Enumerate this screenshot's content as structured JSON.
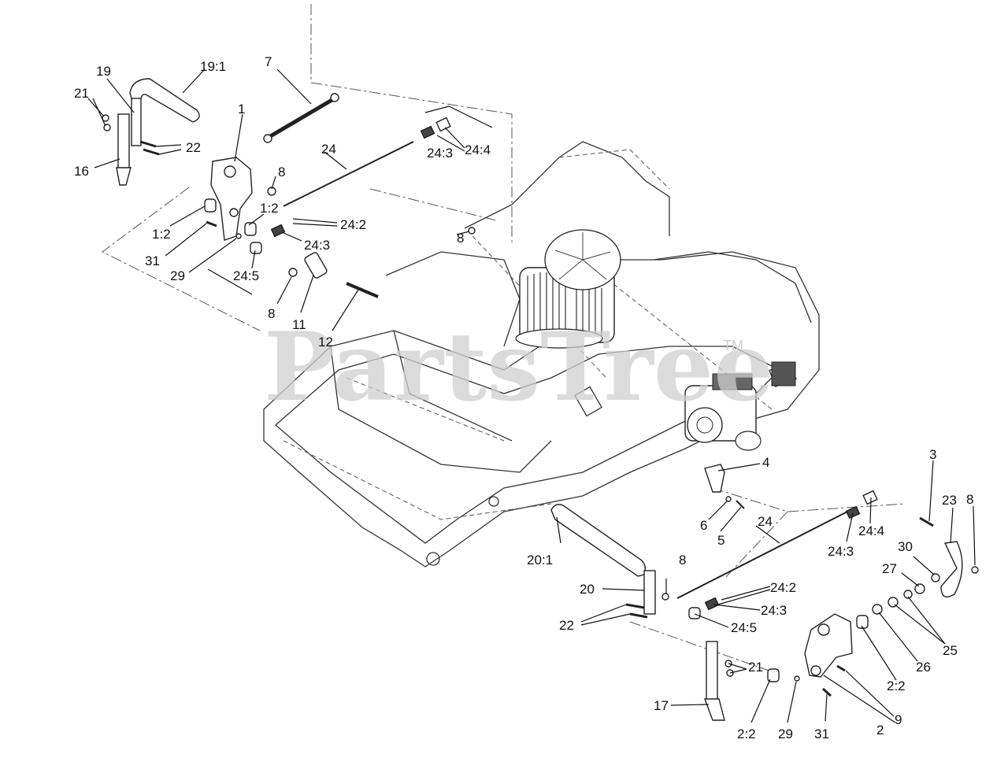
{
  "watermark": {
    "text": "PartsTree",
    "mark": "TM"
  },
  "callouts": {
    "c7": "7",
    "c19": "19",
    "c19_1": "19:1",
    "c21_top": "21",
    "c1": "1",
    "c22_top": "22",
    "c16": "16",
    "c24_top": "24",
    "c24_4_top": "24:4",
    "c24_3_top": "24:3",
    "c8_a": "8",
    "c1_2_a": "1:2",
    "c1_2_b": "1:2",
    "c24_2_top": "24:2",
    "c24_3_mid": "24:3",
    "c31_top": "31",
    "c29_top": "29",
    "c24_5_top": "24:5",
    "c8_b": "8",
    "c8_c": "8",
    "c11": "11",
    "c12": "12",
    "c3": "3",
    "c4": "4",
    "c23": "23",
    "c8_d": "8",
    "c6": "6",
    "c5": "5",
    "c24_bot": "24",
    "c24_4_bot": "24:4",
    "c24_3_bot": "24:3",
    "c30": "30",
    "c20_1": "20:1",
    "c8_e": "8",
    "c27": "27",
    "c20": "20",
    "c24_2_bot": "24:2",
    "c24_3_bot2": "24:3",
    "c22_bot": "22",
    "c24_5_bot": "24:5",
    "c25": "25",
    "c26": "26",
    "c21_bot": "21",
    "c2_2_a": "2:2",
    "c17": "17",
    "c9": "9",
    "c2_2_b": "2:2",
    "c29_bot": "29",
    "c31_bot": "31",
    "c2": "2"
  }
}
